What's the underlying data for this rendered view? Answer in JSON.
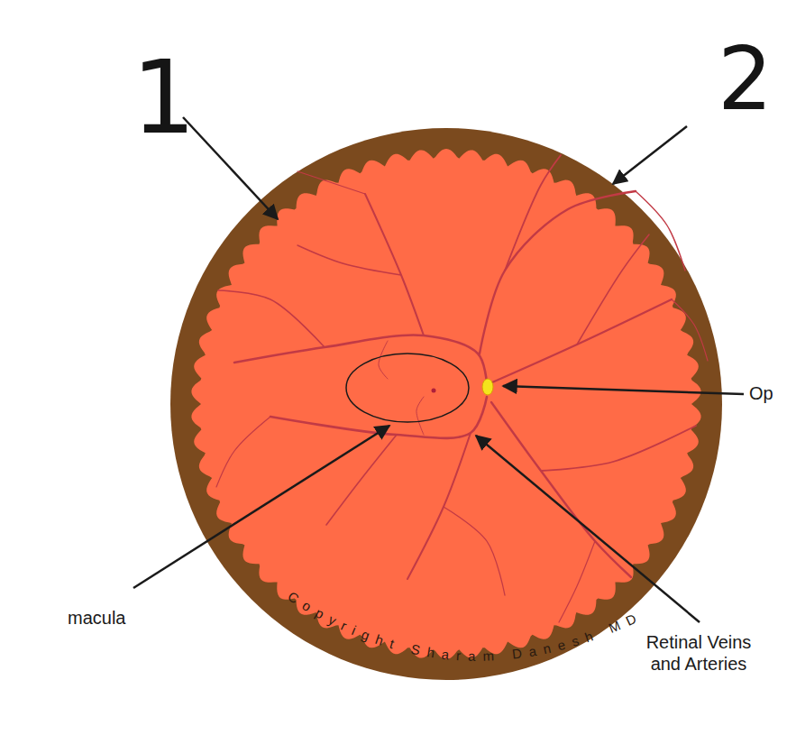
{
  "diagram": {
    "labels": [
      "1",
      "2",
      "Op",
      "macula",
      "Retinal Veins and Arteries",
      "Copyright Sharam Danesh MD"
    ]
  }
}
